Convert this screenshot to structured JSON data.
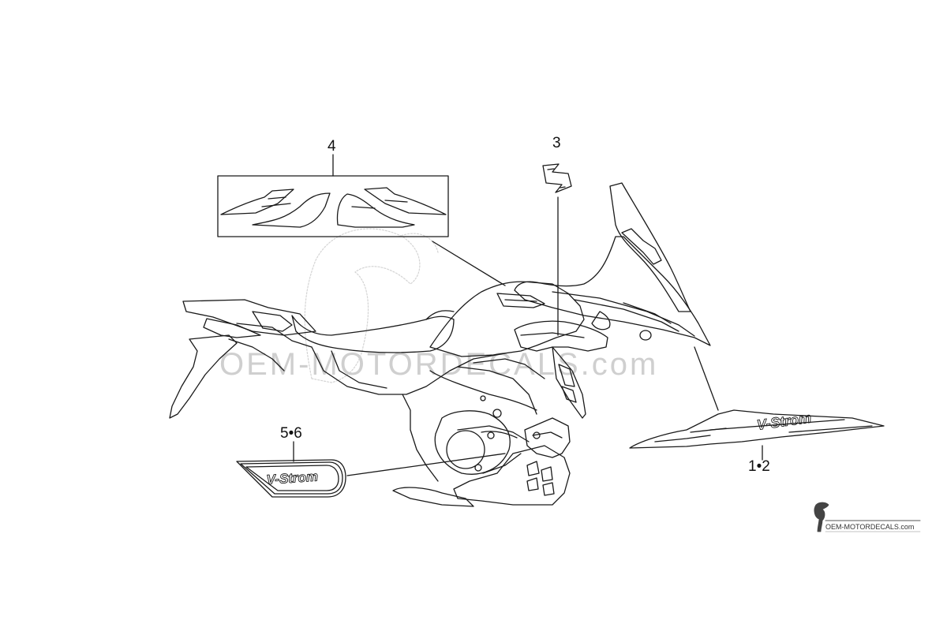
{
  "callouts": {
    "part_4": "4",
    "part_3": "3",
    "part_5_6": "5•6",
    "part_1_2": "1•2"
  },
  "decals": {
    "vstrom_tank": "V-Strom",
    "vstrom_oval": "V-Strom",
    "emblem": "S"
  },
  "watermark": {
    "text": "OEM-MOTORDECALS.com"
  },
  "logo": {
    "text": "OEM-MOTORDECALS.com"
  },
  "colors": {
    "line": "#1a1a1a",
    "watermark": "#cfcfcf"
  }
}
